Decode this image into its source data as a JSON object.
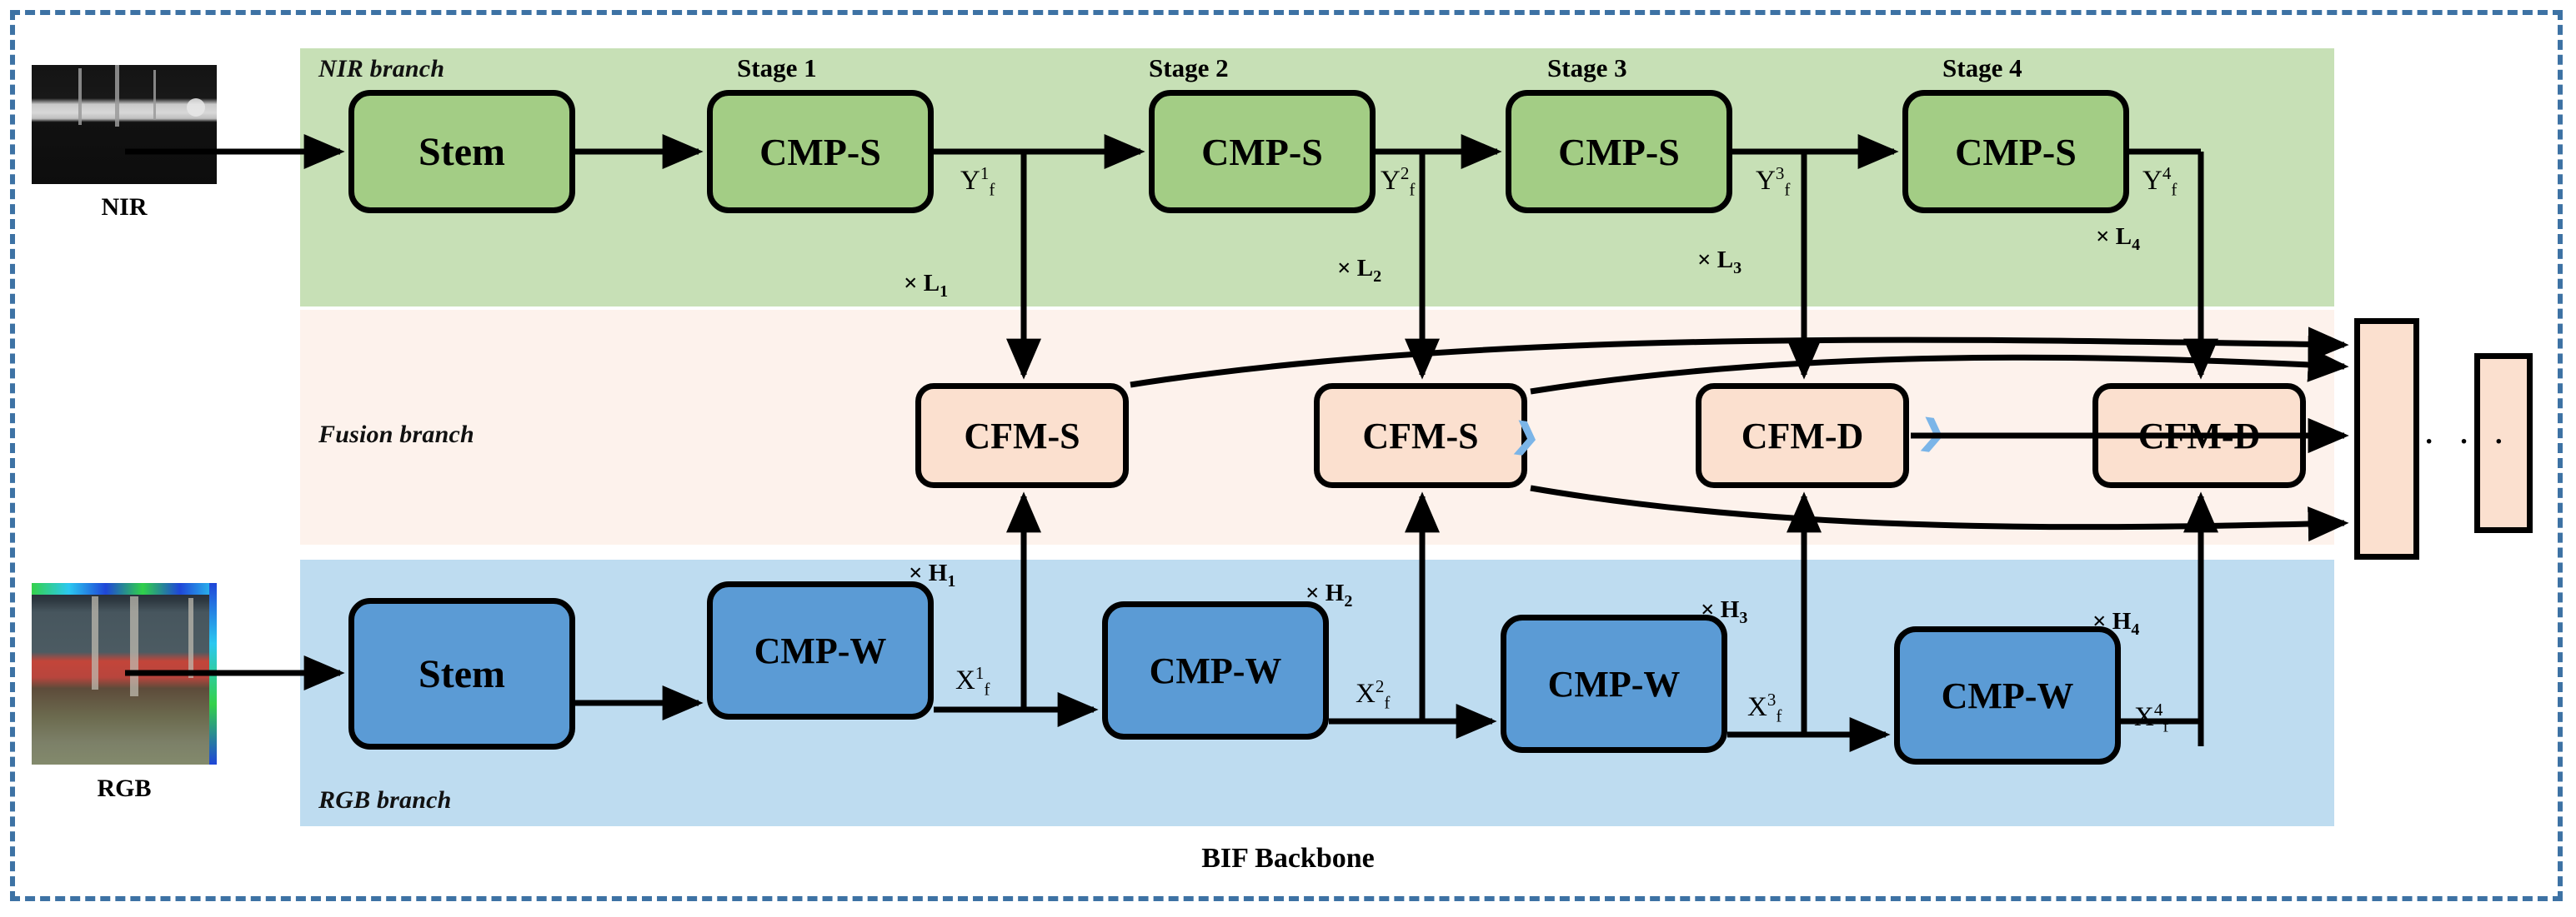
{
  "figure": {
    "title": "BIF Backbone",
    "frame_color": "#3d72a4"
  },
  "bands": {
    "nir": {
      "label": "NIR branch",
      "color": "#c7e0b6",
      "block_color": "#a3cd85"
    },
    "fusion": {
      "label": "Fusion branch",
      "color": "#fdf2ec",
      "block_color": "#fbe0cf"
    },
    "rgb": {
      "label": "RGB branch",
      "color": "#bedcf0",
      "block_color": "#5b9bd5"
    }
  },
  "inputs": [
    {
      "caption": "NIR",
      "modality": "near-infrared"
    },
    {
      "caption": "RGB",
      "modality": "visible-color"
    }
  ],
  "stages": [
    {
      "title": "Stage 1"
    },
    {
      "title": "Stage 2"
    },
    {
      "title": "Stage 3"
    },
    {
      "title": "Stage 4"
    }
  ],
  "nir_branch": {
    "stem": "Stem",
    "blocks": [
      "CMP-S",
      "CMP-S",
      "CMP-S",
      "CMP-S"
    ],
    "repeat": [
      "L",
      "L",
      "L",
      "L"
    ],
    "repeat_sub": [
      "1",
      "2",
      "3",
      "4"
    ],
    "repeat_prefix": "×",
    "features": [
      {
        "base": "Y",
        "sup": "1",
        "sub": "f"
      },
      {
        "base": "Y",
        "sup": "2",
        "sub": "f"
      },
      {
        "base": "Y",
        "sup": "3",
        "sub": "f"
      },
      {
        "base": "Y",
        "sup": "4",
        "sub": "f"
      }
    ]
  },
  "rgb_branch": {
    "stem": "Stem",
    "blocks": [
      "CMP-W",
      "CMP-W",
      "CMP-W",
      "CMP-W"
    ],
    "repeat": [
      "H",
      "H",
      "H",
      "H"
    ],
    "repeat_sub": [
      "1",
      "2",
      "3",
      "4"
    ],
    "repeat_prefix": "×",
    "features": [
      {
        "base": "X",
        "sup": "1",
        "sub": "f"
      },
      {
        "base": "X",
        "sup": "2",
        "sub": "f"
      },
      {
        "base": "X",
        "sup": "3",
        "sub": "f"
      },
      {
        "base": "X",
        "sup": "4",
        "sub": "f"
      }
    ]
  },
  "fusion_branch": {
    "blocks": [
      "CFM-S",
      "CFM-S",
      "CFM-D",
      "CFM-D"
    ]
  },
  "outputs": {
    "slab_count": 2,
    "ellipsis": "· · ·"
  }
}
